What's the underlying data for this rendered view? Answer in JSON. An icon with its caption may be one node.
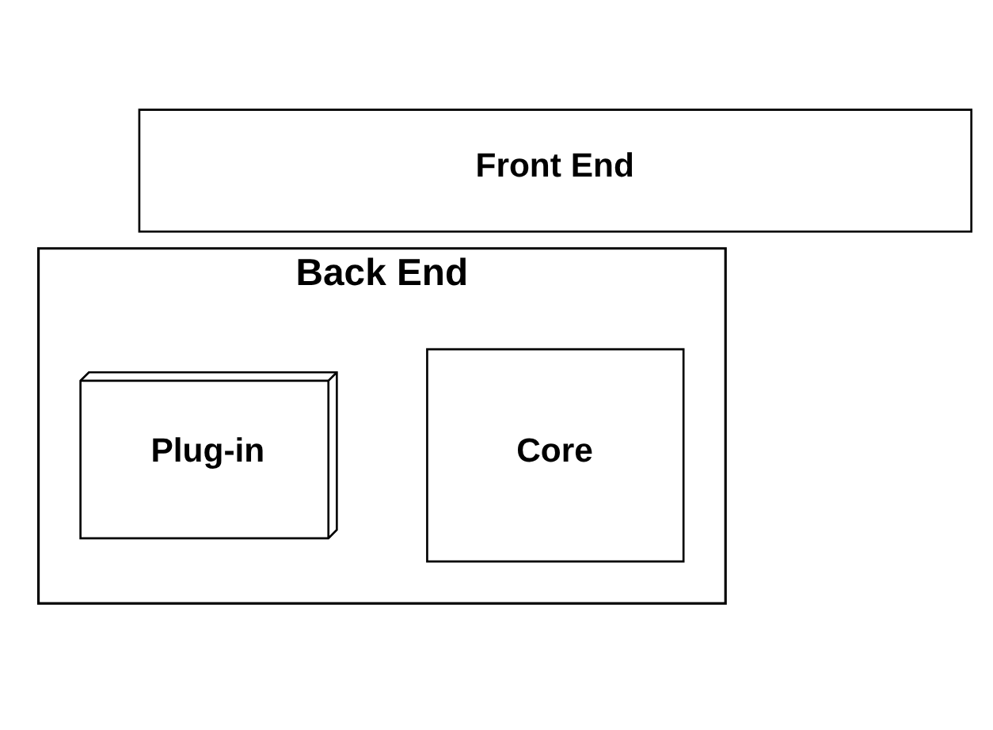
{
  "diagram": {
    "nodes": [
      {
        "text": [
          "Front End"
        ]
      },
      {
        "text": [
          "Back End"
        ]
      },
      {
        "text": [
          "Core"
        ],
        "in": 1
      },
      {
        "text": [
          "Plug-in"
        ],
        "in": 1
      }
    ]
  }
}
